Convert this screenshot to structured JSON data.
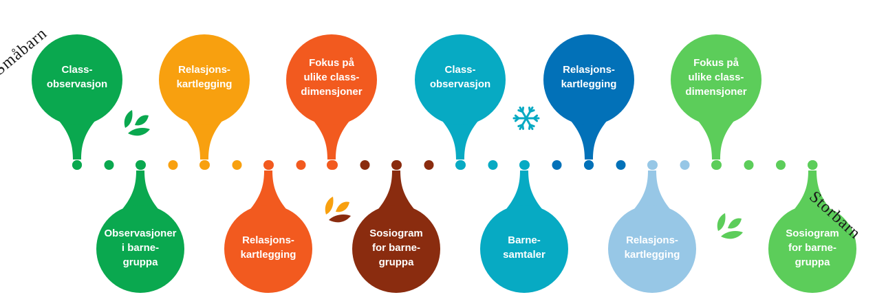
{
  "labels": {
    "left": "Småbarn",
    "right": "Storbarn"
  },
  "colors": {
    "green": "#0aa84f",
    "orange": "#f8a00f",
    "red_orange": "#f25a1f",
    "brown": "#8a2c0f",
    "teal": "#07aac3",
    "blue": "#0271b8",
    "light_blue": "#97c7e6",
    "light_green": "#5ccd5a"
  },
  "top_bubbles": [
    {
      "text": "Class-\nobservasjon",
      "color": "#0aa84f"
    },
    {
      "text": "Relasjons-\nkartlegging",
      "color": "#f8a00f"
    },
    {
      "text": "Fokus på\nulike class-\ndimensjoner",
      "color": "#f25a1f"
    },
    {
      "text": "Class-\nobservasjon",
      "color": "#07aac3"
    },
    {
      "text": "Relasjons-\nkartlegging",
      "color": "#0271b8"
    },
    {
      "text": "Fokus på\nulike class-\ndimensjoner",
      "color": "#5ccd5a"
    }
  ],
  "bottom_bubbles": [
    {
      "text": "Observasjoner\ni barne-\ngruppa",
      "color": "#0aa84f"
    },
    {
      "text": "Relasjons-\nkartlegging",
      "color": "#f25a1f"
    },
    {
      "text": "Sosiogram\nfor barne-\ngruppa",
      "color": "#8a2c0f"
    },
    {
      "text": "Barne-\nsamtaler",
      "color": "#07aac3"
    },
    {
      "text": "Relasjons-\nkartlegging",
      "color": "#97c7e6"
    },
    {
      "text": "Sosiogram\nfor barne-\ngruppa",
      "color": "#5ccd5a"
    }
  ],
  "timeline_dots": [
    "#0aa84f",
    "#0aa84f",
    "#0aa84f",
    "#f8a00f",
    "#f8a00f",
    "#f8a00f",
    "#f25a1f",
    "#f25a1f",
    "#f25a1f",
    "#8a2c0f",
    "#8a2c0f",
    "#8a2c0f",
    "#07aac3",
    "#07aac3",
    "#07aac3",
    "#0271b8",
    "#0271b8",
    "#0271b8",
    "#97c7e6",
    "#97c7e6",
    "#5ccd5a",
    "#5ccd5a",
    "#5ccd5a",
    "#5ccd5a"
  ],
  "decorations": [
    {
      "icon": "leaves-icon",
      "colors": [
        "#0aa84f",
        "#0aa84f"
      ]
    },
    {
      "icon": "leaves-icon",
      "colors": [
        "#f8a00f",
        "#8a2c0f"
      ]
    },
    {
      "icon": "snowflake-icon",
      "colors": [
        "#07aac3"
      ]
    },
    {
      "icon": "leaves-icon",
      "colors": [
        "#5ccd5a",
        "#5ccd5a"
      ]
    }
  ]
}
